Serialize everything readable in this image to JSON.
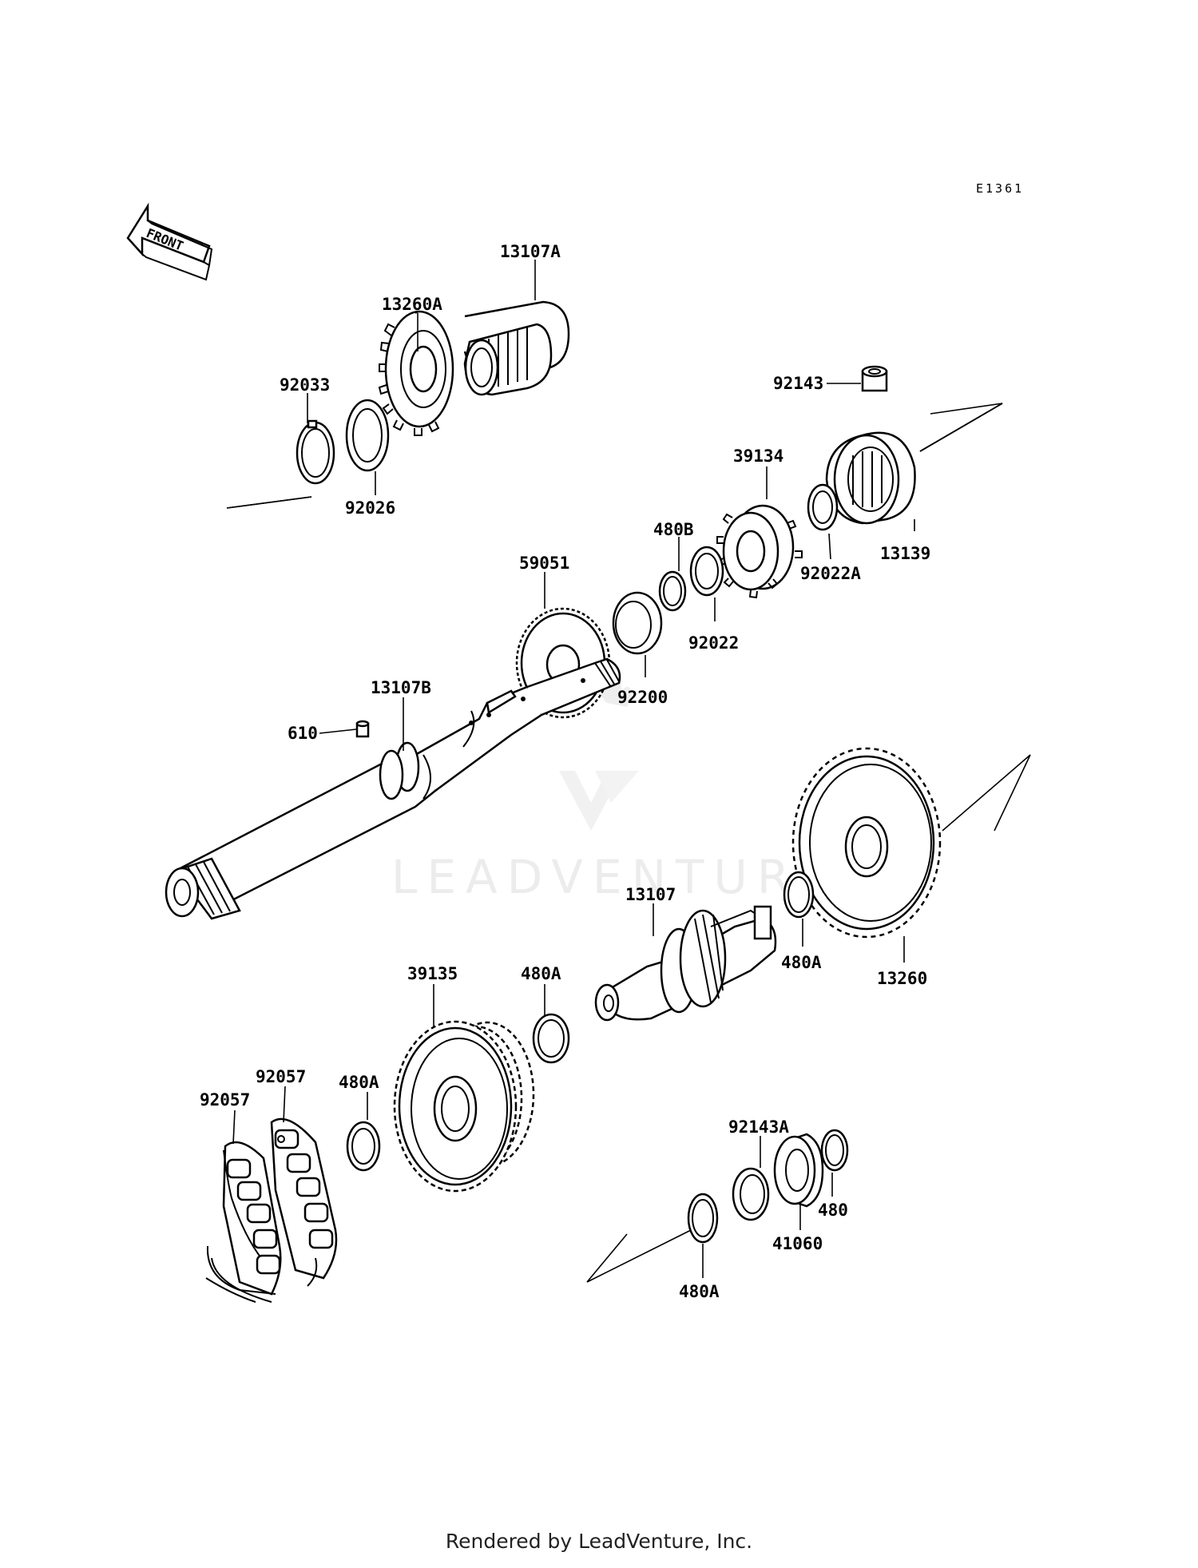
{
  "diagram_code": "E1361",
  "front_arrow_label": "FRONT",
  "watermark": "LEADVENTURE",
  "footer": "Rendered by LeadVenture, Inc.",
  "parts": {
    "p13107A": "13107A",
    "p13260A": "13260A",
    "p92033": "92033",
    "p92026": "92026",
    "p92143": "92143",
    "p39134": "39134",
    "p13139": "13139",
    "p92022A": "92022A",
    "p480B": "480B",
    "p92022": "92022",
    "p59051": "59051",
    "p92200": "92200",
    "p13107B": "13107B",
    "p610": "610",
    "p13107": "13107",
    "p480A_a": "480A",
    "p13260": "13260",
    "p39135": "39135",
    "p480A_b": "480A",
    "p92057_a": "92057",
    "p92057_b": "92057",
    "p480A_c": "480A",
    "p92143A": "92143A",
    "p480": "480",
    "p41060": "41060",
    "p480A_d": "480A"
  }
}
